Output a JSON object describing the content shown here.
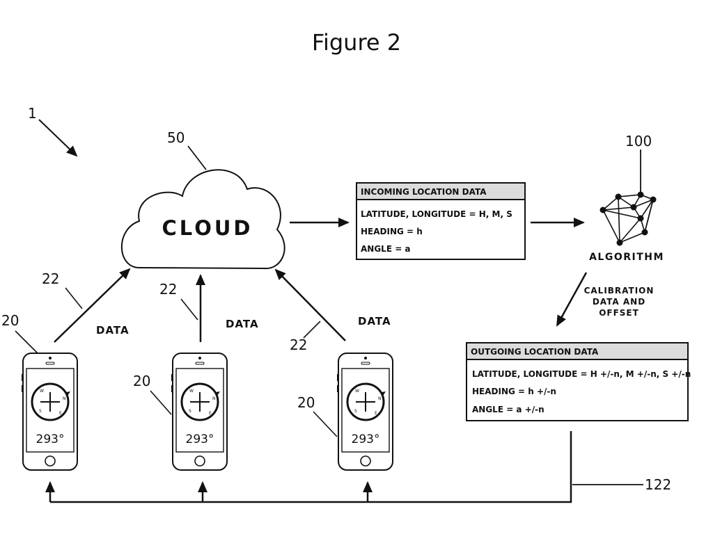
{
  "figure": {
    "title": "Figure 2"
  },
  "refs": {
    "system": "1",
    "cloud": "50",
    "algorithm": "100",
    "phone": "20",
    "link": "22",
    "feedback": "122"
  },
  "cloud": {
    "label": "CLOUD"
  },
  "data_label": "DATA",
  "phones": [
    {
      "reading": "293°",
      "compass": {
        "n": "N",
        "s": "S",
        "e": "E",
        "w": "W"
      }
    },
    {
      "reading": "293°",
      "compass": {
        "n": "N",
        "s": "S",
        "e": "E",
        "w": "W"
      }
    },
    {
      "reading": "293°",
      "compass": {
        "n": "N",
        "s": "S",
        "e": "E",
        "w": "W"
      }
    }
  ],
  "incoming": {
    "header": "INCOMING LOCATION DATA",
    "rows": [
      "LATITUDE, LONGITUDE  = H, M, S",
      "HEADING = h",
      "ANGLE = a"
    ]
  },
  "algorithm": {
    "label": "ALGORITHM"
  },
  "calibration": {
    "lines": [
      "CALIBRATION",
      "DATA AND",
      "OFFSET"
    ]
  },
  "outgoing": {
    "header": "OUTGOING LOCATION DATA",
    "rows": [
      "LATITUDE, LONGITUDE  = H +/-n, M +/-n, S +/-n",
      "HEADING = h +/-n",
      "ANGLE = a +/-n"
    ]
  }
}
